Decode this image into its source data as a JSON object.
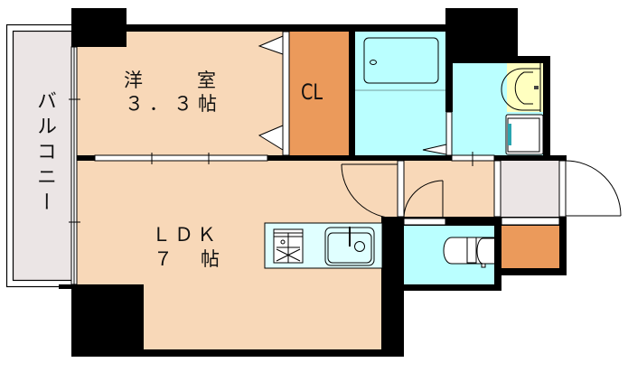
{
  "floorplan": {
    "rooms": {
      "western_room": {
        "name": "洋　　室",
        "size": "３．３帖"
      },
      "closet": {
        "name": "CL"
      },
      "ldk": {
        "name": "ＬＤＫ",
        "size": "７　帖"
      },
      "balcony": {
        "name": "バルコニー"
      },
      "bathroom": {
        "name": "bathroom"
      },
      "washroom": {
        "name": "washroom"
      },
      "toilet": {
        "name": "toilet"
      },
      "entrance": {
        "name": "entrance"
      },
      "shoe_closet": {
        "name": "shoe-closet"
      }
    },
    "colors": {
      "room_floor": "#f8d8b8",
      "closet": "#eb9a5b",
      "wet_area": "#baffff",
      "balcony": "#ebe5e5",
      "wall": "#000000",
      "washbasin": "#ffffc0"
    }
  }
}
